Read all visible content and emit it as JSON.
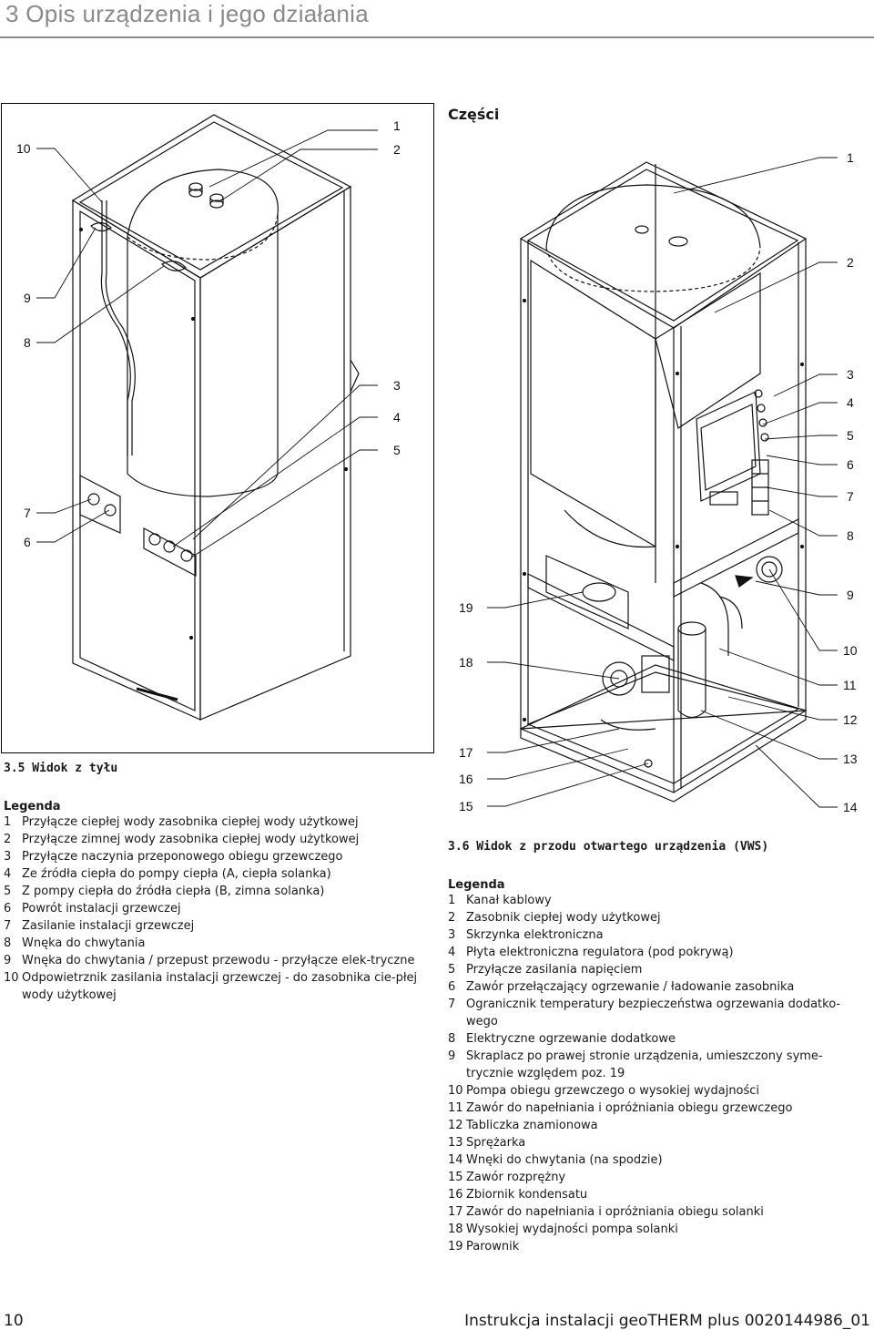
{
  "header": {
    "title": "3  Opis urządzenia i jego działania"
  },
  "left_figure": {
    "callouts": [
      "1",
      "2",
      "3",
      "4",
      "5",
      "6",
      "7",
      "8",
      "9",
      "10"
    ],
    "caption": "3.5 Widok z tyłu"
  },
  "left_legend": {
    "heading": "Legenda",
    "items": [
      {
        "n": "1",
        "t": "Przyłącze ciepłej wody zasobnika ciepłej wody użytkowej"
      },
      {
        "n": "2",
        "t": "Przyłącze zimnej wody zasobnika ciepłej wody użytkowej"
      },
      {
        "n": "3",
        "t": "Przyłącze naczynia przeponowego obiegu grzewczego"
      },
      {
        "n": "4",
        "t": "Ze źródła ciepła do pompy ciepła (A, ciepła solanka)"
      },
      {
        "n": "5",
        "t": "Z pompy ciepła do źródła ciepła (B, zimna solanka)"
      },
      {
        "n": "6",
        "t": "Powrót instalacji grzewczej"
      },
      {
        "n": "7",
        "t": "Zasilanie instalacji grzewczej"
      },
      {
        "n": "8",
        "t": "Wnęka do chwytania"
      },
      {
        "n": "9",
        "t": "Wnęka do chwytania / przepust przewodu - przyłącze elek-tryczne"
      },
      {
        "n": "10",
        "t": "Odpowietrznik zasilania instalacji grzewczej - do zasobnika cie-płej wody użytkowej"
      }
    ]
  },
  "right_figure": {
    "title": "Części",
    "callouts": [
      "1",
      "2",
      "3",
      "4",
      "5",
      "6",
      "7",
      "8",
      "9",
      "10",
      "11",
      "12",
      "13",
      "14",
      "15",
      "16",
      "17",
      "18",
      "19"
    ],
    "caption": "3.6 Widok z przodu otwartego urządzenia (VWS)"
  },
  "right_legend": {
    "heading": "Legenda",
    "items": [
      {
        "n": "1",
        "t": "Kanał kablowy"
      },
      {
        "n": "2",
        "t": "Zasobnik ciepłej wody użytkowej"
      },
      {
        "n": "3",
        "t": "Skrzynka elektroniczna"
      },
      {
        "n": "4",
        "t": "Płyta elektroniczna regulatora (pod pokrywą)"
      },
      {
        "n": "5",
        "t": "Przyłącze zasilania napięciem"
      },
      {
        "n": "6",
        "t": "Zawór przełączający ogrzewanie / ładowanie zasobnika"
      },
      {
        "n": "7",
        "t": "Ogranicznik temperatury bezpieczeństwa ogrzewania dodatko-wego"
      },
      {
        "n": "8",
        "t": "Elektryczne ogrzewanie dodatkowe"
      },
      {
        "n": "9",
        "t": "Skraplacz po prawej stronie urządzenia, umieszczony syme-trycznie względem poz. 19"
      },
      {
        "n": "10",
        "t": "Pompa obiegu grzewczego o wysokiej wydajności"
      },
      {
        "n": "11",
        "t": "Zawór do napełniania i opróżniania obiegu grzewczego"
      },
      {
        "n": "12",
        "t": "Tabliczka znamionowa"
      },
      {
        "n": "13",
        "t": "Sprężarka"
      },
      {
        "n": "14",
        "t": "Wnęki do chwytania (na spodzie)"
      },
      {
        "n": "15",
        "t": "Zawór rozprężny"
      },
      {
        "n": "16",
        "t": "Zbiornik kondensatu"
      },
      {
        "n": "17",
        "t": "Zawór do napełniania i opróżniania obiegu solanki"
      },
      {
        "n": "18",
        "t": "Wysokiej wydajności pompa solanki"
      },
      {
        "n": "19",
        "t": "Parownik"
      }
    ]
  },
  "footer": {
    "page": "10",
    "doc": "Instrukcja instalacji geoTHERM plus 0020144986_01"
  }
}
